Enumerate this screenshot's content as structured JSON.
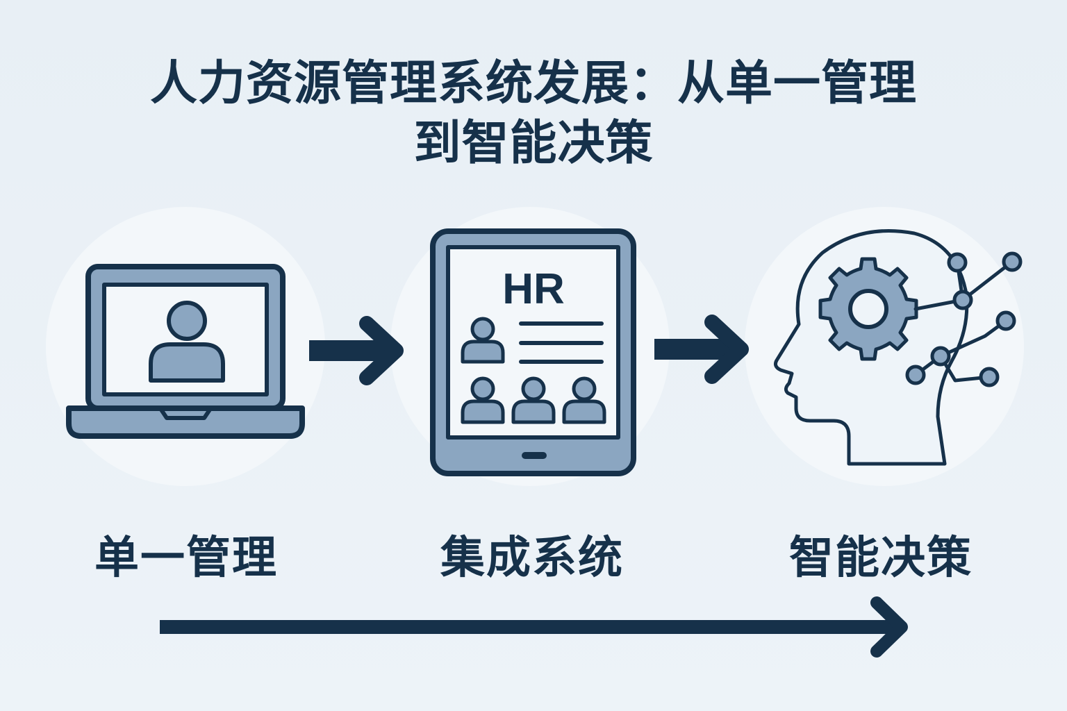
{
  "title": {
    "line1": "人力资源管理系统发展：从单一管理",
    "line2": "到智能决策"
  },
  "stages": [
    {
      "label": "单一管理",
      "icon": "laptop-user-icon"
    },
    {
      "label": "集成系统",
      "icon": "tablet-hr-icon",
      "screen_text": "HR"
    },
    {
      "label": "智能决策",
      "icon": "ai-head-gear-icon"
    }
  ],
  "colors": {
    "dark": "#16314a",
    "fill": "#8ba6c1",
    "light": "#f3f7fa",
    "background": "#e9f0f6"
  }
}
